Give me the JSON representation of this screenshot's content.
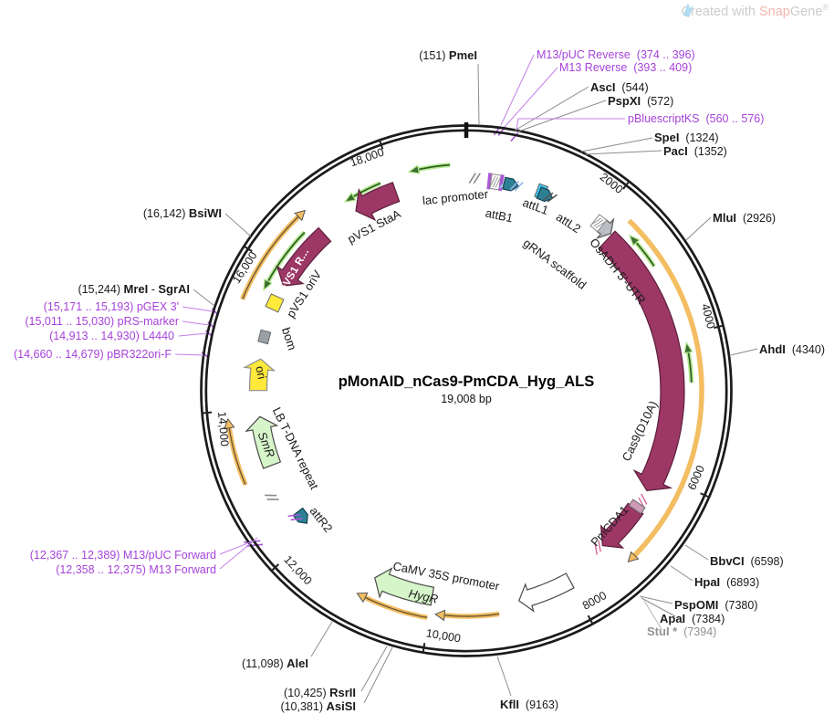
{
  "watermark": {
    "prefix": "Created with ",
    "brand_a": "Snap",
    "brand_b": "Gene",
    "registered": "®"
  },
  "plasmid": {
    "title": "pMonAID_nCas9-PmCDA_Hyg_ALS",
    "length_label": "19,008 bp"
  },
  "ticks": [
    {
      "bp": 2000,
      "label": "2000"
    },
    {
      "bp": 4000,
      "label": "4000"
    },
    {
      "bp": 6000,
      "label": "6000"
    },
    {
      "bp": 8000,
      "label": "8000"
    },
    {
      "bp": 10000,
      "label": "10,000"
    },
    {
      "bp": 12000,
      "label": "12,000"
    },
    {
      "bp": 14000,
      "label": "14,000"
    },
    {
      "bp": 16000,
      "label": "16,000"
    },
    {
      "bp": 18000,
      "label": "18,000"
    }
  ],
  "feature_labels": {
    "lac_promoter": "lac promoter",
    "attb1": "attB1",
    "attl1": "attL1",
    "attl2": "attL2",
    "grna_scaffold": "gRNA scaffold",
    "osadh": "OsADH 5'-UTR",
    "cas9": "Cas9(D10A)",
    "pmcda1": "PmCDA1",
    "camv": "CaMV 35S promoter",
    "hygr": "HygR",
    "smr": "SmR",
    "lb_tdna": "LB T-DNA repeat",
    "attr2": "attR2",
    "ori": "ori",
    "bom": "bom",
    "pvs1_oriv": "pVS1 oriV",
    "pvs1_r": "pVS1 R...",
    "pvs1_staa": "pVS1 StaA"
  },
  "sites": {
    "pmei": {
      "pos": "(151)",
      "name": "PmeI"
    },
    "asci": {
      "name": "AscI",
      "pos": "(544)"
    },
    "pspxi": {
      "name": "PspXI",
      "pos": "(572)"
    },
    "spei": {
      "name": "SpeI",
      "pos": "(1324)"
    },
    "paci": {
      "name": "PacI",
      "pos": "(1352)"
    },
    "mlui": {
      "name": "MluI",
      "pos": "(2926)"
    },
    "ahdi": {
      "name": "AhdI",
      "pos": "(4340)"
    },
    "bbvci": {
      "name": "BbvCI",
      "pos": "(6598)"
    },
    "hpai": {
      "name": "HpaI",
      "pos": "(6893)"
    },
    "pspomi": {
      "name": "PspOMI",
      "pos": "(7380)"
    },
    "apai": {
      "name": "ApaI",
      "pos": "(7384)"
    },
    "stui": {
      "name": "StuI *",
      "pos": "(7394)"
    },
    "kfli": {
      "name": "KflI",
      "pos": "(9163)"
    },
    "asisi": {
      "pos": "(10,381)",
      "name": "AsiSI"
    },
    "rsrii": {
      "pos": "(10,425)",
      "name": "RsrII"
    },
    "alei": {
      "pos": "(11,098)",
      "name": "AleI"
    },
    "mrei": {
      "pos": "(15,244)",
      "name": "MreI",
      "sep": " - ",
      "name2": "SgrAI"
    },
    "bsiwi": {
      "pos": "(16,142)",
      "name": "BsiWI"
    }
  },
  "primers": {
    "m13puc_rev": {
      "name": "M13/pUC Reverse",
      "pos": "(374 .. 396)"
    },
    "m13_rev": {
      "name": "M13 Reverse",
      "pos": "(393 .. 409)"
    },
    "pbsks": {
      "name": "pBluescriptKS",
      "pos": "(560 .. 576)"
    },
    "m13puc_fwd": {
      "pos": "(12,367 .. 12,389)",
      "name": "M13/pUC Forward"
    },
    "m13_fwd": {
      "pos": "(12,358 .. 12,375)",
      "name": "M13 Forward"
    },
    "pbr322": {
      "pos": "(14,660 .. 14,679)",
      "name": "pBR322ori-F"
    },
    "l4440": {
      "pos": "(14,913 .. 14,930)",
      "name": "L4440"
    },
    "prs": {
      "pos": "(15,011 .. 15,030)",
      "name": "pRS-marker"
    },
    "pgex": {
      "pos": "(15,171 .. 15,193)",
      "name": "pGEX 3'"
    }
  },
  "map": {
    "total_bp": 19008,
    "features": [
      {
        "id": "cas9",
        "label": "Cas9(D10A)",
        "start": 2270,
        "end": 6280,
        "dir": 1,
        "r": 226,
        "w": 26,
        "fill": "#9c3766",
        "stroke": "#5c1f3c"
      },
      {
        "id": "pmcda1",
        "label": "PmCDA1",
        "start": 6590,
        "end": 7320,
        "dir": 1,
        "r": 226,
        "w": 20,
        "fill": "#9c3766",
        "stroke": "#5c1f3c"
      },
      {
        "id": "osadh",
        "label": "OsADH 5'-UTR",
        "start": 2060,
        "end": 2250,
        "dir": 1,
        "r": 234,
        "w": 16,
        "hl": 8,
        "fill": "#b9bec4",
        "stroke": "#555555"
      },
      {
        "id": "camv",
        "label": "CaMV 35S promoter",
        "start": 7990,
        "end": 8760,
        "dir": 1,
        "r": 237,
        "w": 18,
        "hl": 12,
        "fill": "#ffffff",
        "stroke": "#4a4a4a"
      },
      {
        "id": "hygr",
        "label": "HygR",
        "start": 10000,
        "end": 10880,
        "dir": 1,
        "r": 228,
        "w": 20,
        "hl": 13,
        "fill": "#d6f5c9",
        "stroke": "#4a4a4a"
      },
      {
        "id": "smr",
        "label": "SmR",
        "start": 13150,
        "end": 13880,
        "dir": 1,
        "r": 228,
        "w": 20,
        "hl": 13,
        "fill": "#d6f5c9",
        "stroke": "#4a4a4a"
      },
      {
        "id": "ori",
        "label": "ori",
        "start": 14260,
        "end": 14720,
        "dir": 1,
        "r": 228,
        "w": 19,
        "hl": 11,
        "fill": "#ffe93b",
        "stroke": "#8d8d8d"
      },
      {
        "id": "pvs1r",
        "label": "pVS1 R...",
        "start": 15830,
        "end": 16780,
        "dir": -1,
        "r": 231,
        "w": 20,
        "fill": "#9c3766",
        "stroke": "#5c1f3c"
      },
      {
        "id": "staa",
        "label": "pVS1 StaA",
        "start": 17340,
        "end": 17980,
        "dir": -1,
        "r": 231,
        "w": 22,
        "fill": "#9c3766",
        "stroke": "#5c1f3c"
      }
    ],
    "orfs": [
      {
        "start": 2310,
        "end": 7210,
        "r": 258,
        "center": false
      },
      {
        "start": 9060,
        "end": 9920,
        "r": 247,
        "center": true
      },
      {
        "start": 10020,
        "end": 11000,
        "r": 252,
        "center": true
      },
      {
        "start": 13040,
        "end": 13900,
        "r": 263,
        "center": true
      },
      {
        "start": 15430,
        "end": 16800,
        "r": 265,
        "center": true
      }
    ],
    "primer_arrows": [
      {
        "start": 18230,
        "end": 18790,
        "r": 248
      },
      {
        "start": 17280,
        "end": 17820,
        "r": 246
      },
      {
        "start": 15650,
        "end": 16600,
        "r": 248
      },
      {
        "start": 2450,
        "end": 2980,
        "r": 247
      },
      {
        "start": 4100,
        "end": 4640,
        "r": 247
      }
    ],
    "marks": [
      {
        "bp": 120,
        "r": 233,
        "kind": "slash2",
        "color": "#8a8a8a"
      },
      {
        "bp": 330,
        "r": 231,
        "kind": "bar",
        "color": "#a958d8"
      },
      {
        "bp": 420,
        "r": 231,
        "kind": "stripebox"
      },
      {
        "bp": 505,
        "r": 231,
        "kind": "bar",
        "color": "#a958d8"
      },
      {
        "bp": 575,
        "r": 231,
        "kind": "slash2",
        "color": "#9ad7ee"
      },
      {
        "bp": 650,
        "r": 231,
        "kind": "pent",
        "dir": 1,
        "color": "#2e8095"
      },
      {
        "bp": 730,
        "r": 231,
        "kind": "slash2",
        "color": "#8fb6e8"
      },
      {
        "bp": 1090,
        "r": 233,
        "kind": "box",
        "color": "#3cc9f0",
        "size": 10,
        "h": 15
      },
      {
        "bp": 1170,
        "r": 231,
        "kind": "pent",
        "dir": 1,
        "color": "#2e8095"
      },
      {
        "bp": 1240,
        "r": 231,
        "kind": "slash2",
        "color": "#555555"
      },
      {
        "bp": 2020,
        "r": 234,
        "kind": "stripebox"
      },
      {
        "bp": 6440,
        "r": 228,
        "kind": "slash2",
        "color": "#d4779e"
      },
      {
        "bp": 6555,
        "r": 226,
        "kind": "box",
        "color": "#cf9ab8",
        "size": 8,
        "h": 16
      },
      {
        "bp": 7390,
        "r": 224,
        "kind": "slash2",
        "color": "#d4779e"
      },
      {
        "bp": 12265,
        "r": 227,
        "kind": "pent",
        "dir": -1,
        "color": "#2e8095"
      },
      {
        "bp": 12330,
        "r": 233,
        "kind": "slash2",
        "color": "#a958d8"
      },
      {
        "bp": 12740,
        "r": 243,
        "kind": "slash2",
        "color": "#8a8a8a"
      },
      {
        "bp": 12375,
        "r": 287,
        "kind": "slash2",
        "color": "#a958d8",
        "len": 18
      },
      {
        "bp": 15045,
        "r": 229,
        "kind": "box",
        "color": "#9aa0a6",
        "size": 13,
        "h": 11
      },
      {
        "bp": 15555,
        "r": 231,
        "kind": "box",
        "color": "#ffe93b",
        "size": 15,
        "h": 15
      },
      {
        "bp": 385,
        "r": 287,
        "kind": "slash2",
        "color": "#a958d8",
        "len": 12
      },
      {
        "bp": 568,
        "r": 283,
        "kind": "slash1",
        "color": "#a958d8",
        "len": 12
      },
      {
        "bp": 14670,
        "r": 289,
        "kind": "slash1",
        "color": "#a958d8",
        "len": 9
      },
      {
        "bp": 14920,
        "r": 289,
        "kind": "slash1",
        "color": "#a958d8",
        "len": 9
      },
      {
        "bp": 15020,
        "r": 289,
        "kind": "slash1",
        "color": "#a958d8",
        "len": 9
      },
      {
        "bp": 15180,
        "r": 289,
        "kind": "slash1",
        "color": "#a958d8",
        "len": 9
      }
    ]
  }
}
